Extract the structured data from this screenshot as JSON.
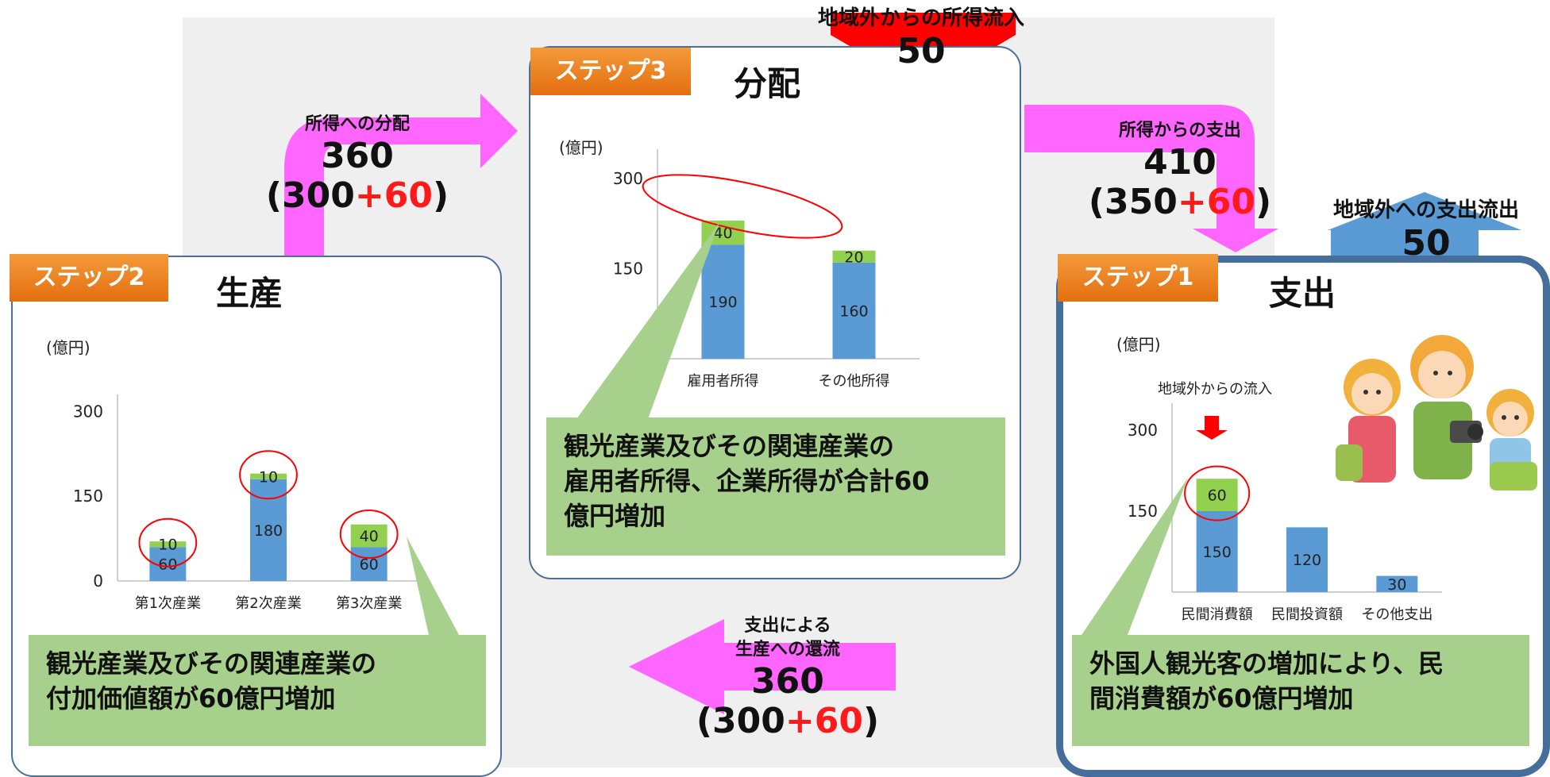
{
  "step2": {
    "tag": "ステップ2",
    "title": "生産",
    "unit": "(億円)",
    "note": [
      "観光産業及びその関連産業の",
      "付加価値額が60億円増加"
    ]
  },
  "step3": {
    "tag": "ステップ3",
    "title": "分配",
    "unit": "(億円)",
    "note": [
      "観光産業及びその関連産業の",
      "雇用者所得、企業所得が合計60",
      "億円増加"
    ]
  },
  "step1": {
    "tag": "ステップ1",
    "title": "支出",
    "unit": "(億円)",
    "inflow_label": "地域外からの流入",
    "note": [
      "外国人観光客の増加により、民",
      "間消費額が60億円増加"
    ]
  },
  "flows": {
    "income_distribution": {
      "label": "所得への分配",
      "total": "360",
      "open": "(",
      "base": "300",
      "plus": "+60",
      "close": ")"
    },
    "expenditure_from_income": {
      "label": "所得からの支出",
      "total": "410",
      "open": "(",
      "base": "350",
      "plus": "+60",
      "close": ")"
    },
    "return_to_production": {
      "label1": "支出による",
      "label2": "生産への還流",
      "total": "360",
      "open": "(",
      "base": "300",
      "plus": "+60",
      "close": ")"
    },
    "income_inflow": {
      "label": "地域外からの所得流入",
      "value": "50"
    },
    "expenditure_outflow": {
      "label": "地域外への支出流出",
      "value": "50"
    }
  },
  "colors": {
    "base_bar": "#5b9bd5",
    "added_bar": "#92d050",
    "arrow_magenta": "#ff66ff",
    "arrow_red": "#ff0000",
    "arrow_blue": "#5b9bd5",
    "note_bg": "#a8d08d",
    "step_tag": "#ed7d31",
    "highlight_ellipse": "#ff0000"
  },
  "chart_data": [
    {
      "type": "bar",
      "stacked": true,
      "categories": [
        "第1次産業",
        "第2次産業",
        "第3次産業"
      ],
      "series": [
        {
          "values": [
            60,
            180,
            60
          ]
        },
        {
          "values": [
            10,
            10,
            40
          ]
        }
      ],
      "yticks": [
        "0",
        "150",
        "300"
      ],
      "ylim": [
        0,
        330
      ]
    },
    {
      "type": "bar",
      "stacked": true,
      "categories": [
        "雇用者所得",
        "その他所得"
      ],
      "series": [
        {
          "values": [
            190,
            160
          ]
        },
        {
          "values": [
            40,
            20
          ]
        }
      ],
      "yticks": [
        "150",
        "300"
      ],
      "ylim": [
        0,
        350
      ]
    },
    {
      "type": "bar",
      "stacked": true,
      "categories": [
        "民間消費額",
        "民間投資額",
        "その他支出"
      ],
      "series": [
        {
          "values": [
            150,
            120,
            30
          ]
        },
        {
          "values": [
            60,
            0,
            0
          ]
        }
      ],
      "yticks": [
        "150",
        "300"
      ],
      "ylim": [
        0,
        350
      ]
    }
  ]
}
